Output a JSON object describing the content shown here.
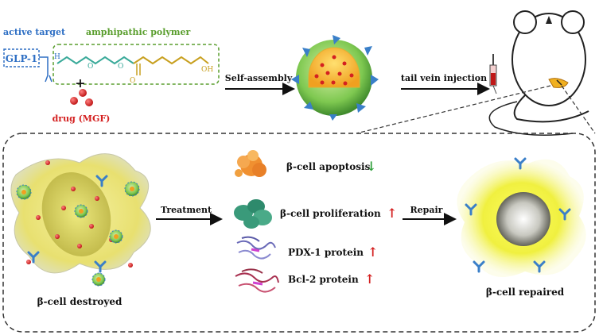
{
  "top": {
    "active_target_label": "active target",
    "polymer_label": "amphipathic polymer",
    "glp1_label": "GLP-1",
    "drug_label": "drug (MGF)",
    "plus_sign": "+",
    "hydroxyl_label": "OH",
    "nh_label": "H",
    "oxygen_label": "O",
    "self_assembly_label": "Self-assembly",
    "injection_label": "tail vein injection"
  },
  "bottom": {
    "destroyed_label": "β-cell destroyed",
    "repaired_label": "β-cell repaired",
    "treatment_label": "Treatment",
    "repair_label": "Repair",
    "effects": [
      {
        "text": "β-cell apoptosis",
        "arrow": "↓",
        "arrow_color": "#2e9e3a"
      },
      {
        "text": "β-cell proliferation",
        "arrow": "↑",
        "arrow_color": "#d42020"
      },
      {
        "text": "PDX-1 protein",
        "arrow": "↑",
        "arrow_color": "#d42020"
      },
      {
        "text": "Bcl-2 protein",
        "arrow": "↑",
        "arrow_color": "#d42020"
      }
    ]
  },
  "colors": {
    "green_text": "#5a9e2e",
    "blue_text": "#2e6fc4",
    "red_text": "#d42020",
    "ligand_blue": "#3a7fc8",
    "nanoparticle_green": "#7ec850",
    "cell_yellow": "#e8e070"
  }
}
